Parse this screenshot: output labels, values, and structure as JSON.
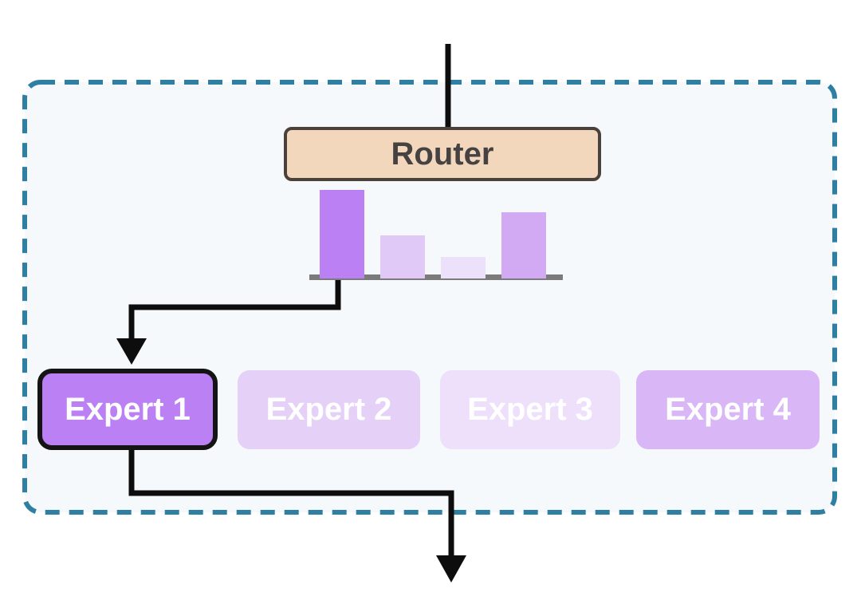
{
  "colors": {
    "container_border": "#2f7fa2",
    "container_fill": "#f6f9fb",
    "router_fill": "#f2d7bd",
    "router_border": "#4a413b",
    "router_text": "#454241",
    "arrow": "#0d0d0d",
    "baseline": "#7b7b7b",
    "expert_text": "#ffffff"
  },
  "router": {
    "label": "Router"
  },
  "experts": [
    {
      "label": "Expert 1",
      "fill": "#bb80f4",
      "selected": true
    },
    {
      "label": "Expert 2",
      "fill": "#e5d0f8",
      "selected": false
    },
    {
      "label": "Expert 3",
      "fill": "#eee0fb",
      "selected": false
    },
    {
      "label": "Expert 4",
      "fill": "#d9b6f6",
      "selected": false
    }
  ],
  "chart_data": {
    "type": "bar",
    "title": "",
    "xlabel": "",
    "ylabel": "",
    "categories": [
      "Expert 1",
      "Expert 2",
      "Expert 3",
      "Expert 4"
    ],
    "values": [
      111,
      54,
      27,
      83
    ],
    "values_unit": "px (bar heights, no numeric labels shown)",
    "values_normalized": [
      1.0,
      0.49,
      0.24,
      0.75
    ],
    "colors": [
      "#bb80f4",
      "#e0c9f7",
      "#ece0fa",
      "#d2a9f3"
    ],
    "grid": false,
    "legend": false
  }
}
